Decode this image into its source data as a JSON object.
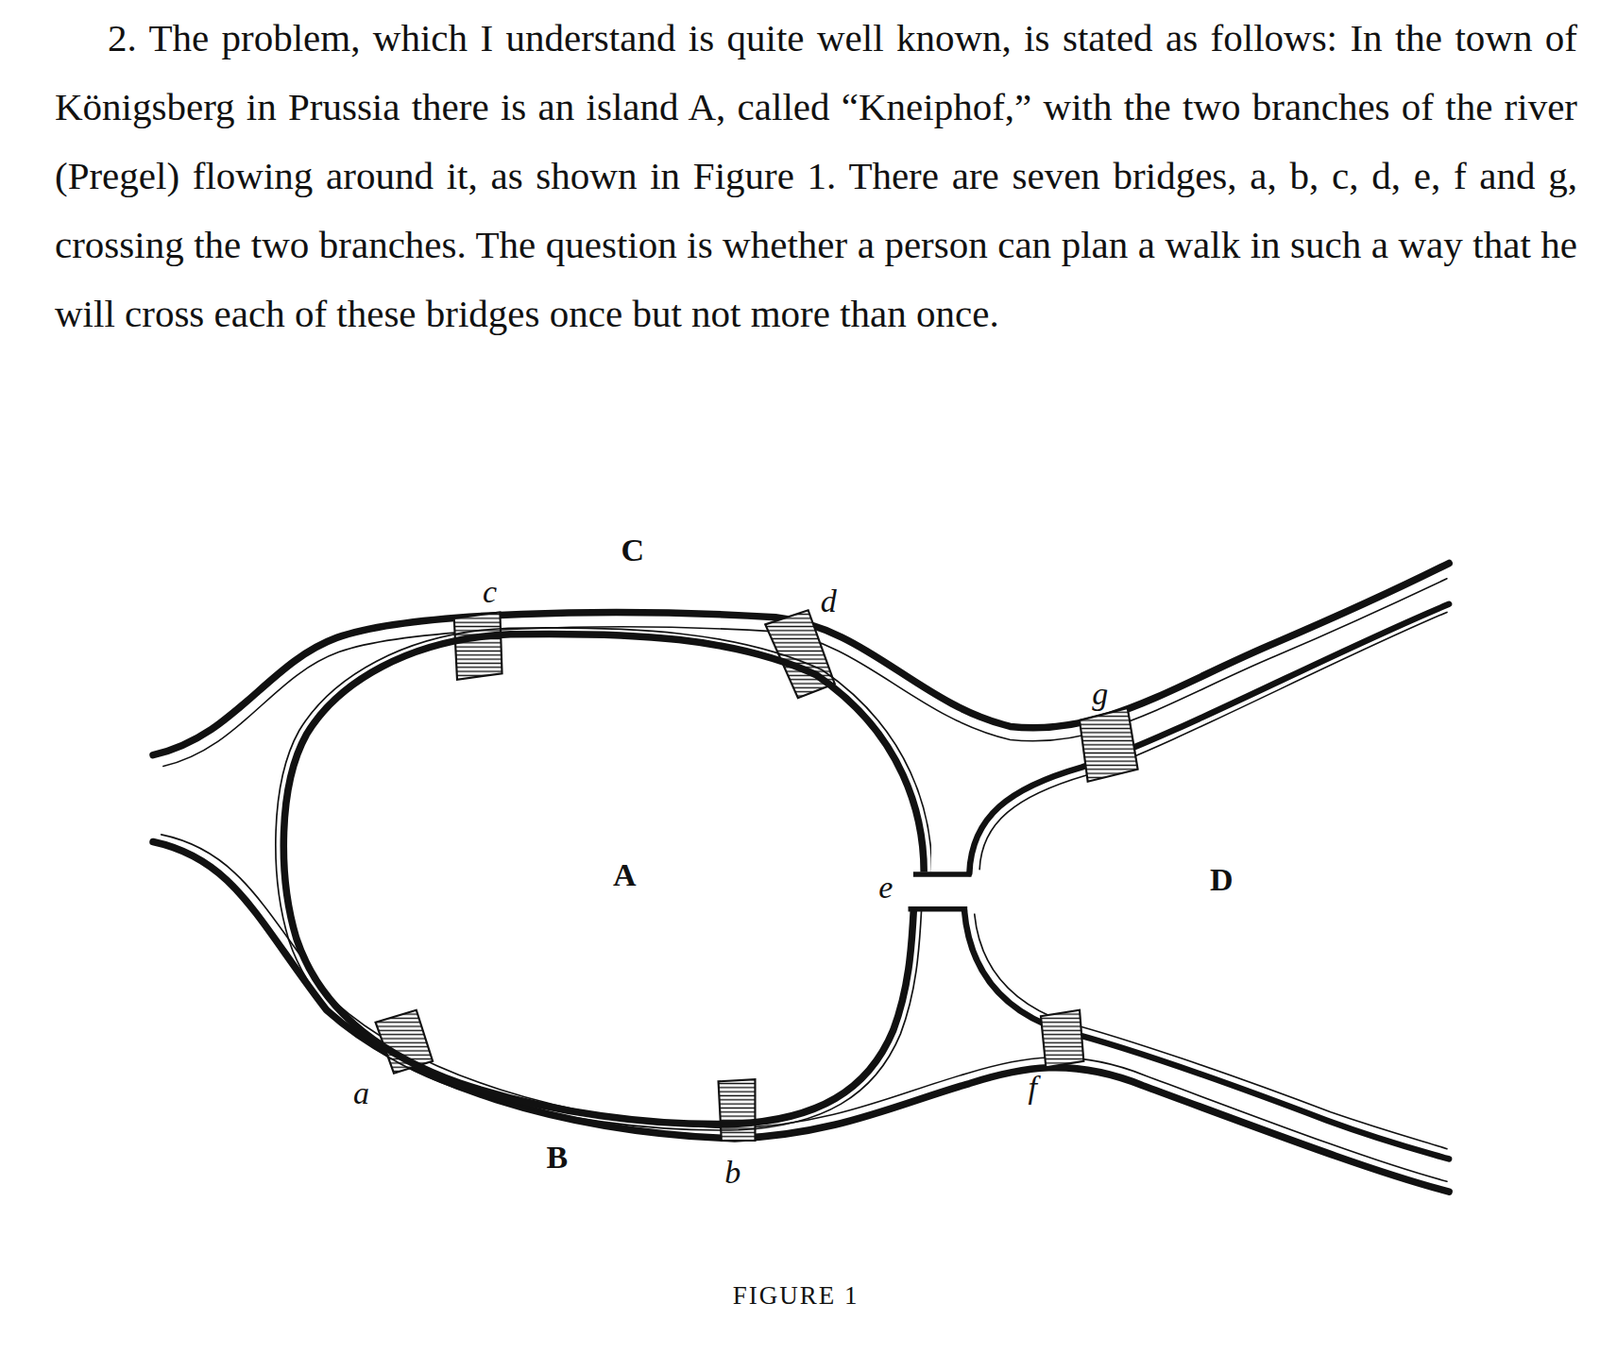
{
  "diagram": {
    "caption": "FIGURE 1",
    "nodes": [
      {
        "text": [
          "A"
        ]
      }
    ],
    "labels": [
      "2. The problem, which I understand is quite well known, is stated as follows: In the town of Königsberg in Prussia there is an island A, called “Kneiphof,” with the two branches of the river (Pregel) flowing around it, as shown in Figure 1. There are seven bridges, a, b, c, d, e, f and g, crossing the two branches. The question is whether a person can plan a walk in such a way that he will cross each of these bridges once but not more than once.",
      "C",
      "c",
      "d",
      "g",
      "e",
      "D",
      "a",
      "B",
      "b",
      "f"
    ]
  }
}
